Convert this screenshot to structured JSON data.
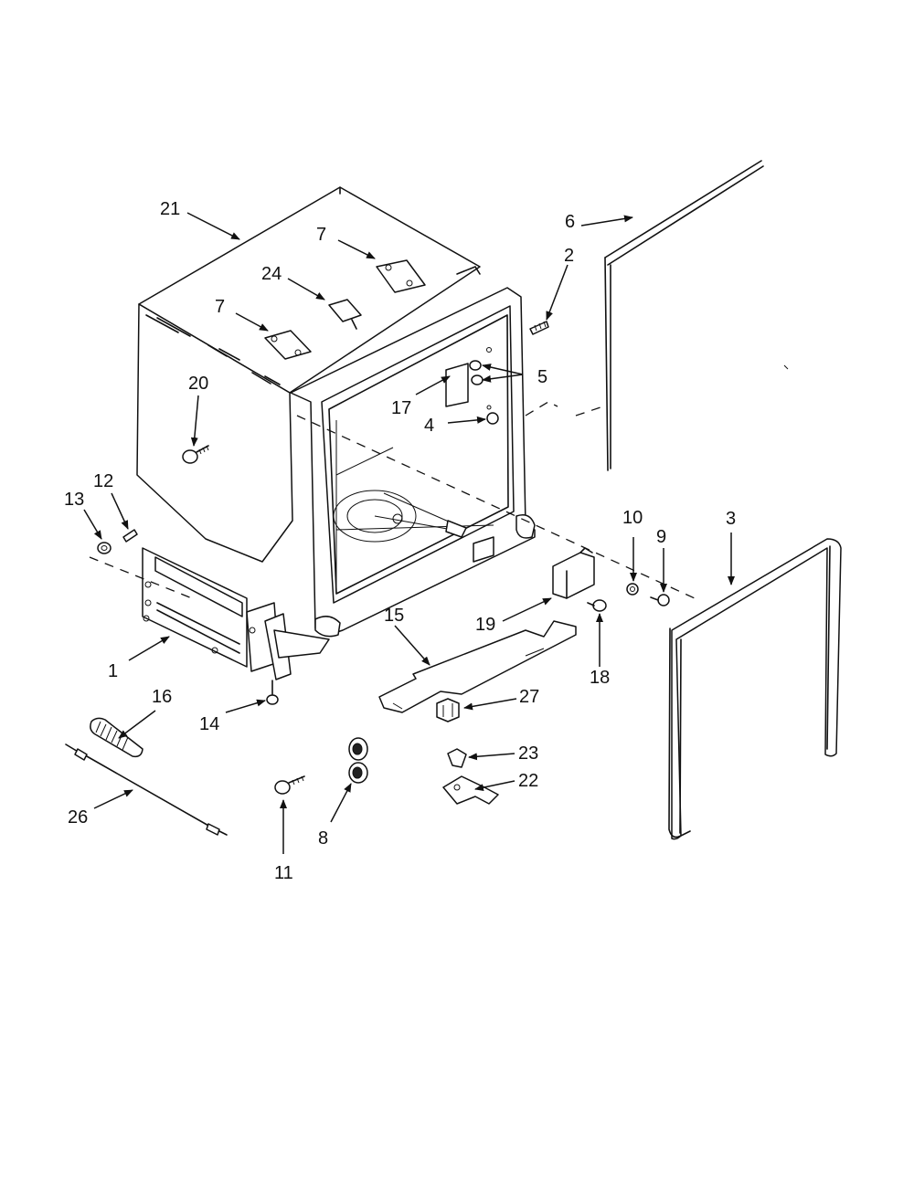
{
  "diagram": {
    "callouts": {
      "c1": "1",
      "c2": "2",
      "c3": "3",
      "c4": "4",
      "c5": "5",
      "c6": "6",
      "c7a": "7",
      "c7b": "7",
      "c8": "8",
      "c9": "9",
      "c10": "10",
      "c11": "11",
      "c12": "12",
      "c13": "13",
      "c14": "14",
      "c15": "15",
      "c16": "16",
      "c17": "17",
      "c18": "18",
      "c19": "19",
      "c20": "20",
      "c21": "21",
      "c22": "22",
      "c23": "23",
      "c24": "24",
      "c26": "26",
      "c27": "27"
    }
  }
}
